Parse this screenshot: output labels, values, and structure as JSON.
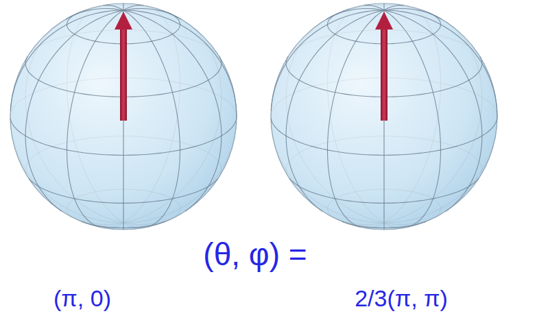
{
  "diagram": {
    "labels": [
      "(θ, φ) =",
      "(π, 0)",
      "2/3(π, π)"
    ]
  }
}
